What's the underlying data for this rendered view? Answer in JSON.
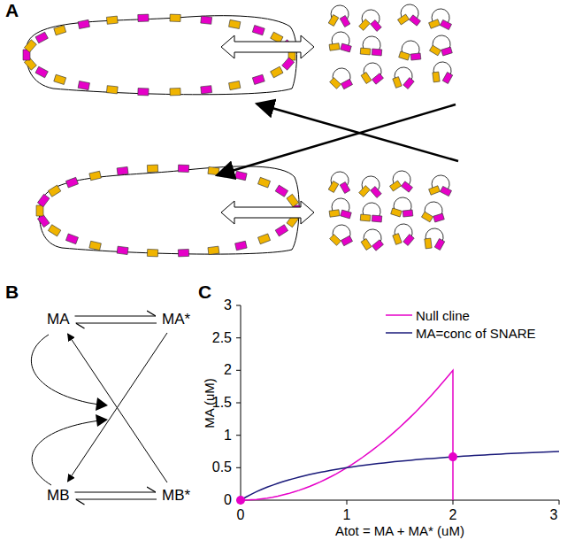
{
  "diagram": {
    "nodes": [
      {
        "text": [
          "MA"
        ]
      },
      {
        "text": [
          "MA*"
        ]
      },
      {
        "text": [
          "MB"
        ]
      },
      {
        "text": [
          "MB*"
        ]
      }
    ],
    "edges": [
      {
        "from": 0,
        "to": 1,
        "arrow": "to"
      },
      {
        "from": 1,
        "to": 0,
        "arrow": "to"
      },
      {
        "from": 2,
        "to": 3,
        "arrow": "to"
      },
      {
        "from": 3,
        "to": 2,
        "arrow": "to"
      },
      {
        "from": 1,
        "to": 2,
        "arrow": "to"
      },
      {
        "from": 3,
        "to": 0,
        "arrow": "to"
      }
    ],
    "labels": [
      "A",
      "B",
      "C",
      "3",
      "2.5",
      "2",
      "1.5",
      "1",
      "0.5",
      "0",
      "0",
      "1",
      "2",
      "3",
      "MA (uM)",
      "Atot = MA + MA* (uM)"
    ],
    "legend": [
      {
        "text": "Null cline"
      },
      {
        "text": "MA=conc of SNARE"
      }
    ]
  }
}
